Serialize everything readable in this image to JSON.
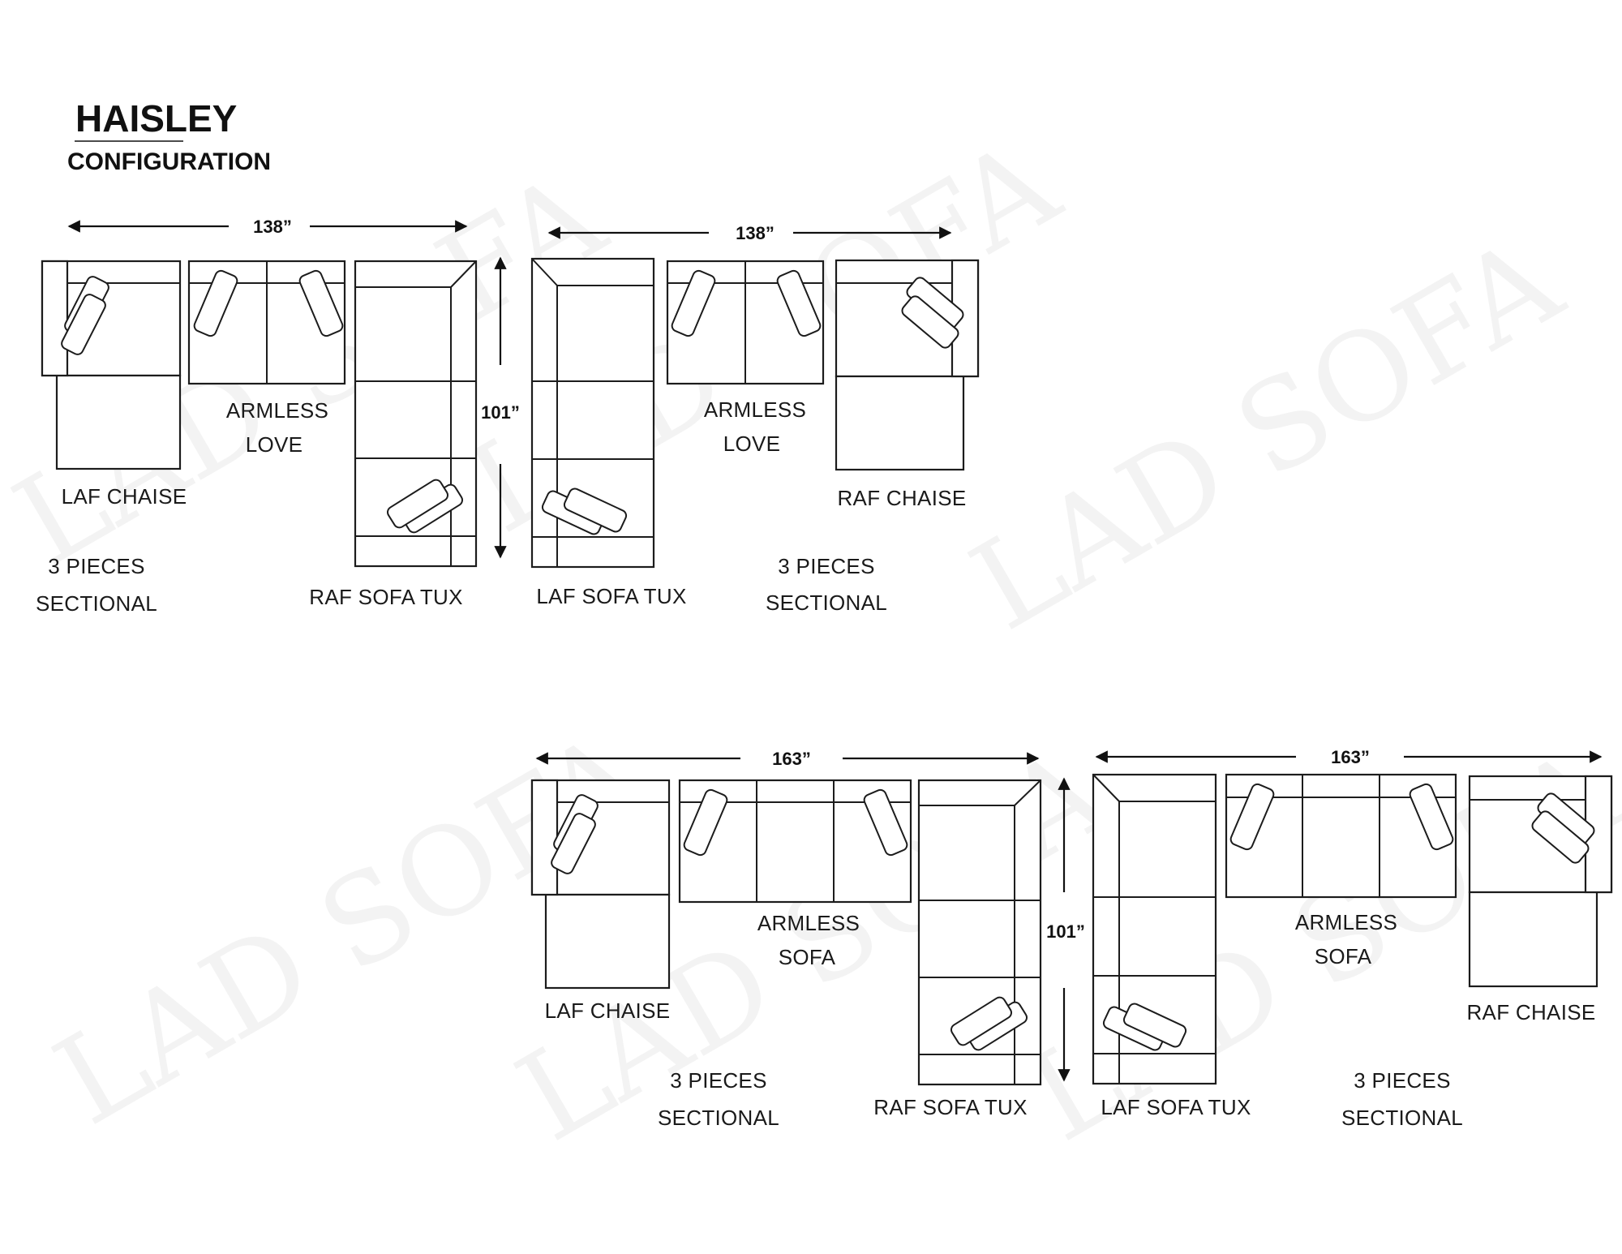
{
  "header": {
    "title": "HAISLEY",
    "subtitle": "CONFIGURATION"
  },
  "watermark": "LAD SOFA",
  "configs": [
    {
      "width": "138”",
      "depth": "101”",
      "pieces": [
        "LAF CHAISE",
        "ARMLESS",
        "LOVE",
        "RAF SOFA TUX"
      ],
      "note": [
        "3 PIECES",
        "SECTIONAL"
      ]
    },
    {
      "width": "138”",
      "pieces": [
        "LAF SOFA TUX",
        "ARMLESS",
        "LOVE",
        "RAF CHAISE"
      ],
      "note": [
        "3 PIECES",
        "SECTIONAL"
      ]
    },
    {
      "width": "163”",
      "depth": "101”",
      "pieces": [
        "LAF CHAISE",
        "ARMLESS",
        "SOFA",
        "RAF SOFA TUX"
      ],
      "note": [
        "3 PIECES",
        "SECTIONAL"
      ]
    },
    {
      "width": "163”",
      "pieces": [
        "LAF SOFA TUX",
        "ARMLESS",
        "SOFA",
        "RAF CHAISE"
      ],
      "note": [
        "3 PIECES",
        "SECTIONAL"
      ]
    }
  ]
}
